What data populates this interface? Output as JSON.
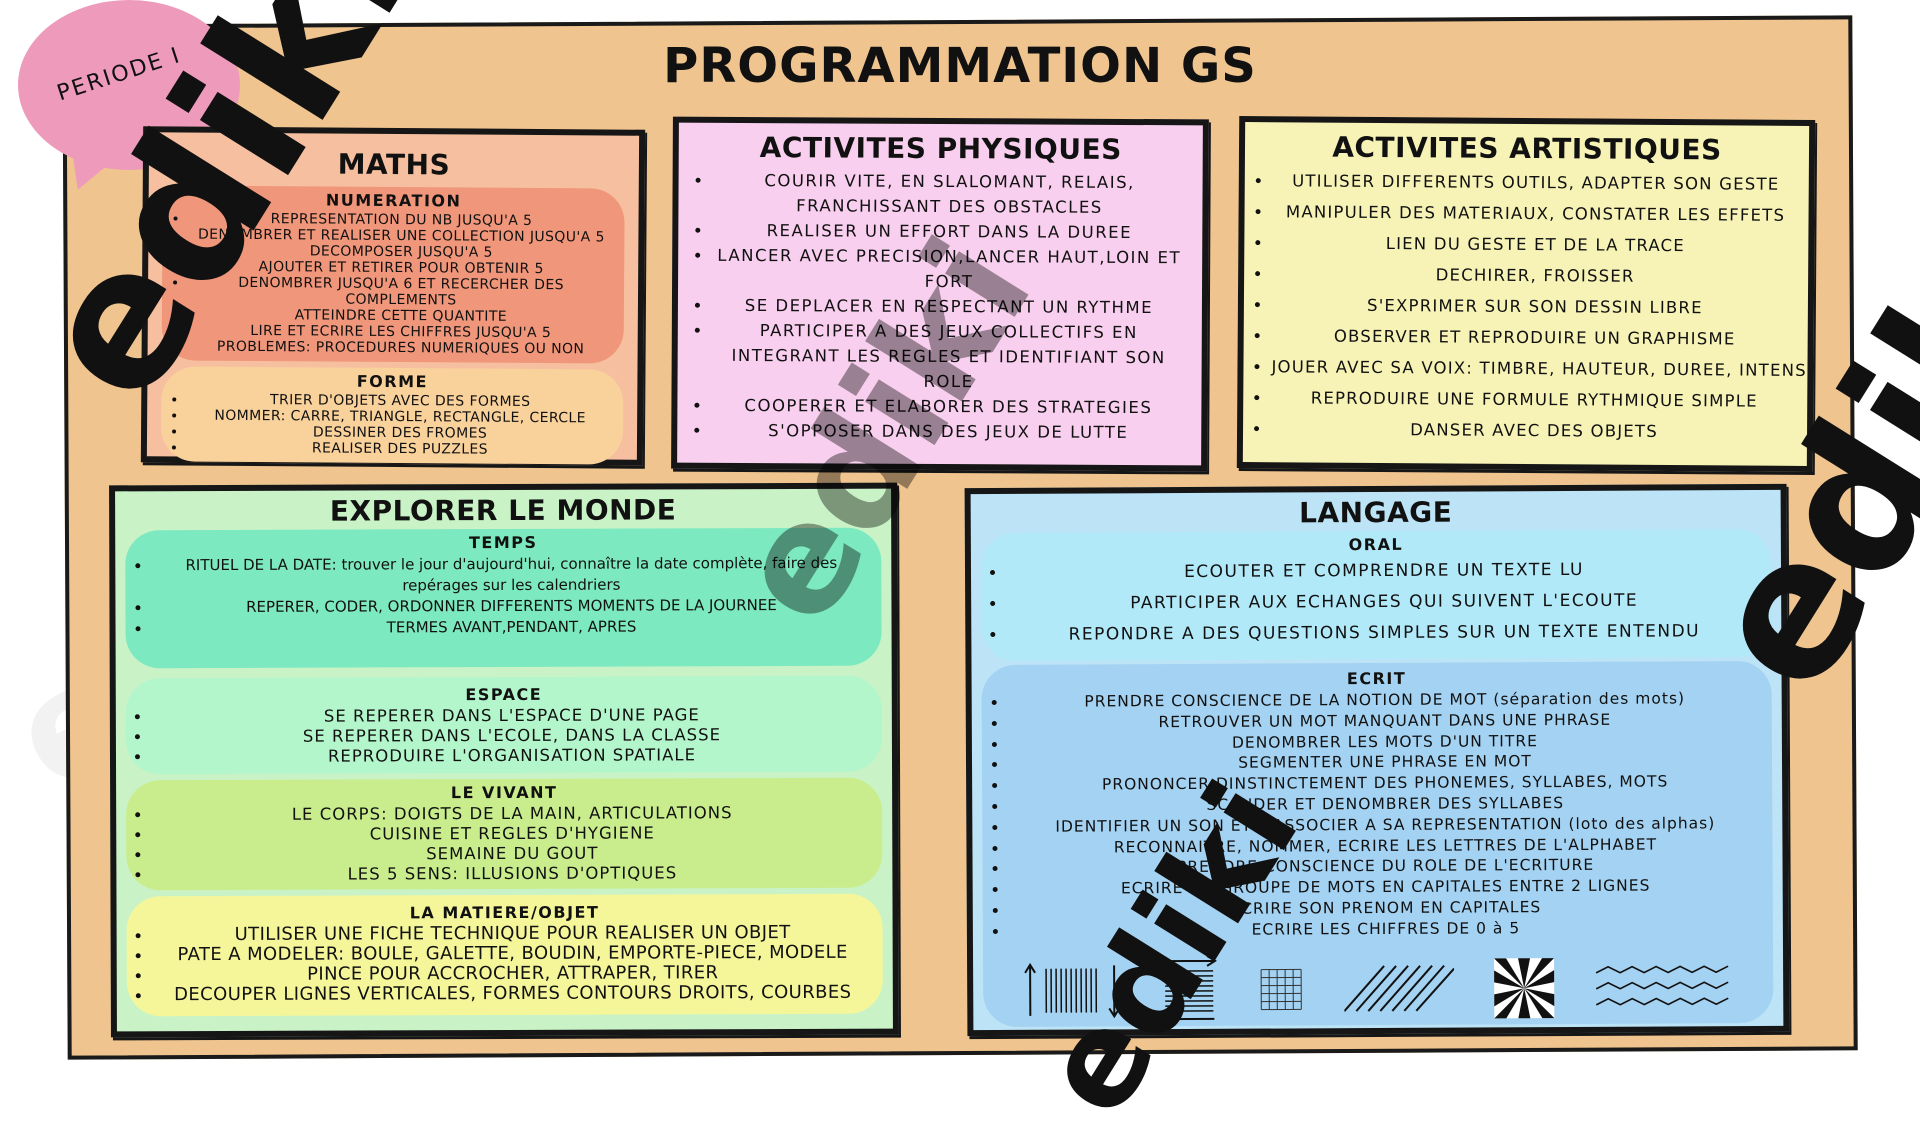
{
  "title": "PROGRAMMATION GS",
  "periode": "PERIODE I",
  "watermark": "ediki",
  "colors": {
    "board": "#efc48e",
    "maths": "#f3a083",
    "physiques": "#f8cfee",
    "artistiques": "#f7f3b6",
    "explorer": "#c9f3c6",
    "langage": "#bce3f6"
  },
  "maths": {
    "title": "MATHS",
    "numeration": {
      "heading": "NUMERATION",
      "items": [
        "REPRESENTATION DU NB JUSQU'A 5",
        "DENOMBRER ET REALISER UNE COLLECTION JUSQU'A 5",
        "DECOMPOSER JUSQU'A 5",
        "AJOUTER ET RETIRER POUR OBTENIR 5",
        "DENOMBRER JUSQU'A 6 ET RECERCHER DES COMPLEMENTS",
        "ATTEINDRE CETTE QUANTITE",
        "LIRE ET ECRIRE LES CHIFFRES JUSQU'A 5",
        "PROBLEMES: PROCEDURES NUMERIQUES OU NON"
      ]
    },
    "forme": {
      "heading": "FORME",
      "items": [
        "TRIER D'OBJETS AVEC DES FORMES",
        "NOMMER: CARRE, TRIANGLE, RECTANGLE, CERCLE",
        "DESSINER DES FROMES",
        "REALISER DES PUZZLES"
      ]
    }
  },
  "physiques": {
    "title": "ACTIVITES PHYSIQUES",
    "items": [
      "COURIR VITE, EN SLALOMANT, RELAIS, FRANCHISSANT DES OBSTACLES",
      "REALISER UN EFFORT DANS LA DUREE",
      "LANCER AVEC PRECISION,LANCER HAUT,LOIN ET FORT",
      "SE DEPLACER EN RESPECTANT UN RYTHME",
      "PARTICIPER A DES JEUX COLLECTIFS EN INTEGRANT LES REGLES ET IDENTIFIANT SON ROLE",
      "COOPERER ET ELABORER DES STRATEGIES",
      "S'OPPOSER DANS DES JEUX DE LUTTE"
    ]
  },
  "artistiques": {
    "title": "ACTIVITES ARTISTIQUES",
    "items": [
      "UTILISER DIFFERENTS OUTILS, ADAPTER SON GESTE",
      "MANIPULER DES MATERIAUX, CONSTATER LES EFFETS",
      "LIEN DU GESTE ET DE LA TRACE",
      "DECHIRER, FROISSER",
      "S'EXPRIMER SUR SON DESSIN LIBRE",
      "OBSERVER ET REPRODUIRE UN GRAPHISME",
      "JOUER AVEC SA VOIX: TIMBRE, HAUTEUR, DUREE, INTENSITE",
      "REPRODUIRE UNE FORMULE RYTHMIQUE SIMPLE",
      "DANSER AVEC DES OBJETS"
    ]
  },
  "explorer": {
    "title": "EXPLORER LE MONDE",
    "temps": {
      "heading": "TEMPS",
      "items": [
        "RITUEL DE LA DATE: trouver le jour d'aujourd'hui, connaître la date complète, faire des repérages sur les calendriers",
        "REPERER, CODER, ORDONNER DIFFERENTS MOMENTS DE LA JOURNEE",
        "TERMES AVANT,PENDANT, APRES"
      ]
    },
    "espace": {
      "heading": "ESPACE",
      "items": [
        "SE REPERER DANS L'ESPACE D'UNE PAGE",
        "SE REPERER DANS L'ECOLE, DANS LA CLASSE",
        "REPRODUIRE L'ORGANISATION SPATIALE"
      ]
    },
    "vivant": {
      "heading": "LE VIVANT",
      "items": [
        "LE CORPS: DOIGTS DE LA MAIN, ARTICULATIONS",
        "CUISINE ET REGLES D'HYGIENE",
        "SEMAINE DU GOUT",
        "LES 5 SENS: ILLUSIONS D'OPTIQUES"
      ]
    },
    "matiere": {
      "heading": "LA MATIERE/OBJET",
      "items": [
        "UTILISER UNE FICHE TECHNIQUE POUR REALISER UN OBJET",
        "PATE A MODELER: BOULE, GALETTE, BOUDIN, EMPORTE-PIECE, MODELE",
        "PINCE POUR ACCROCHER, ATTRAPER, TIRER",
        "DECOUPER LIGNES VERTICALES, FORMES CONTOURS DROITS, COURBES"
      ]
    }
  },
  "langage": {
    "title": "LANGAGE",
    "oral": {
      "heading": "ORAL",
      "items": [
        "ECOUTER ET COMPRENDRE UN TEXTE LU",
        "PARTICIPER AUX ECHANGES QUI SUIVENT L'ECOUTE",
        "REPONDRE A DES QUESTIONS SIMPLES SUR UN TEXTE ENTENDU"
      ]
    },
    "ecrit": {
      "heading": "ECRIT",
      "items": [
        "PRENDRE CONSCIENCE DE LA NOTION DE MOT (séparation des mots)",
        "RETROUVER UN MOT MANQUANT DANS UNE PHRASE",
        "DENOMBRER LES MOTS D'UN TITRE",
        "SEGMENTER UNE PHRASE EN MOT",
        "PRONONCER DINSTINCTEMENT DES PHONEMES, SYLLABES, MOTS",
        "SCANDER ET DENOMBRER DES SYLLABES",
        "IDENTIFIER UN SON ET L'ASSOCIER A SA REPRESENTATION (loto des alphas)",
        "RECONNAITRE, NOMMER, ECRIRE LES LETTRES DE L'ALPHABET",
        "PRENDRE CONSCIENCE DU ROLE DE L'ECRITURE",
        "ECRIRE UN GROUPE DE MOTS EN CAPITALES ENTRE 2 LIGNES",
        "ECRIRE SON PRENOM EN CAPITALES",
        "ECRIRE LES CHIFFRES DE 0 à 5"
      ]
    },
    "patterns": [
      "vertical-lines-arrows-pattern",
      "horizontal-lines-arrows-pattern",
      "grid-pattern",
      "diagonal-lines-pattern",
      "sunburst-pattern",
      "zigzag-pattern"
    ]
  }
}
